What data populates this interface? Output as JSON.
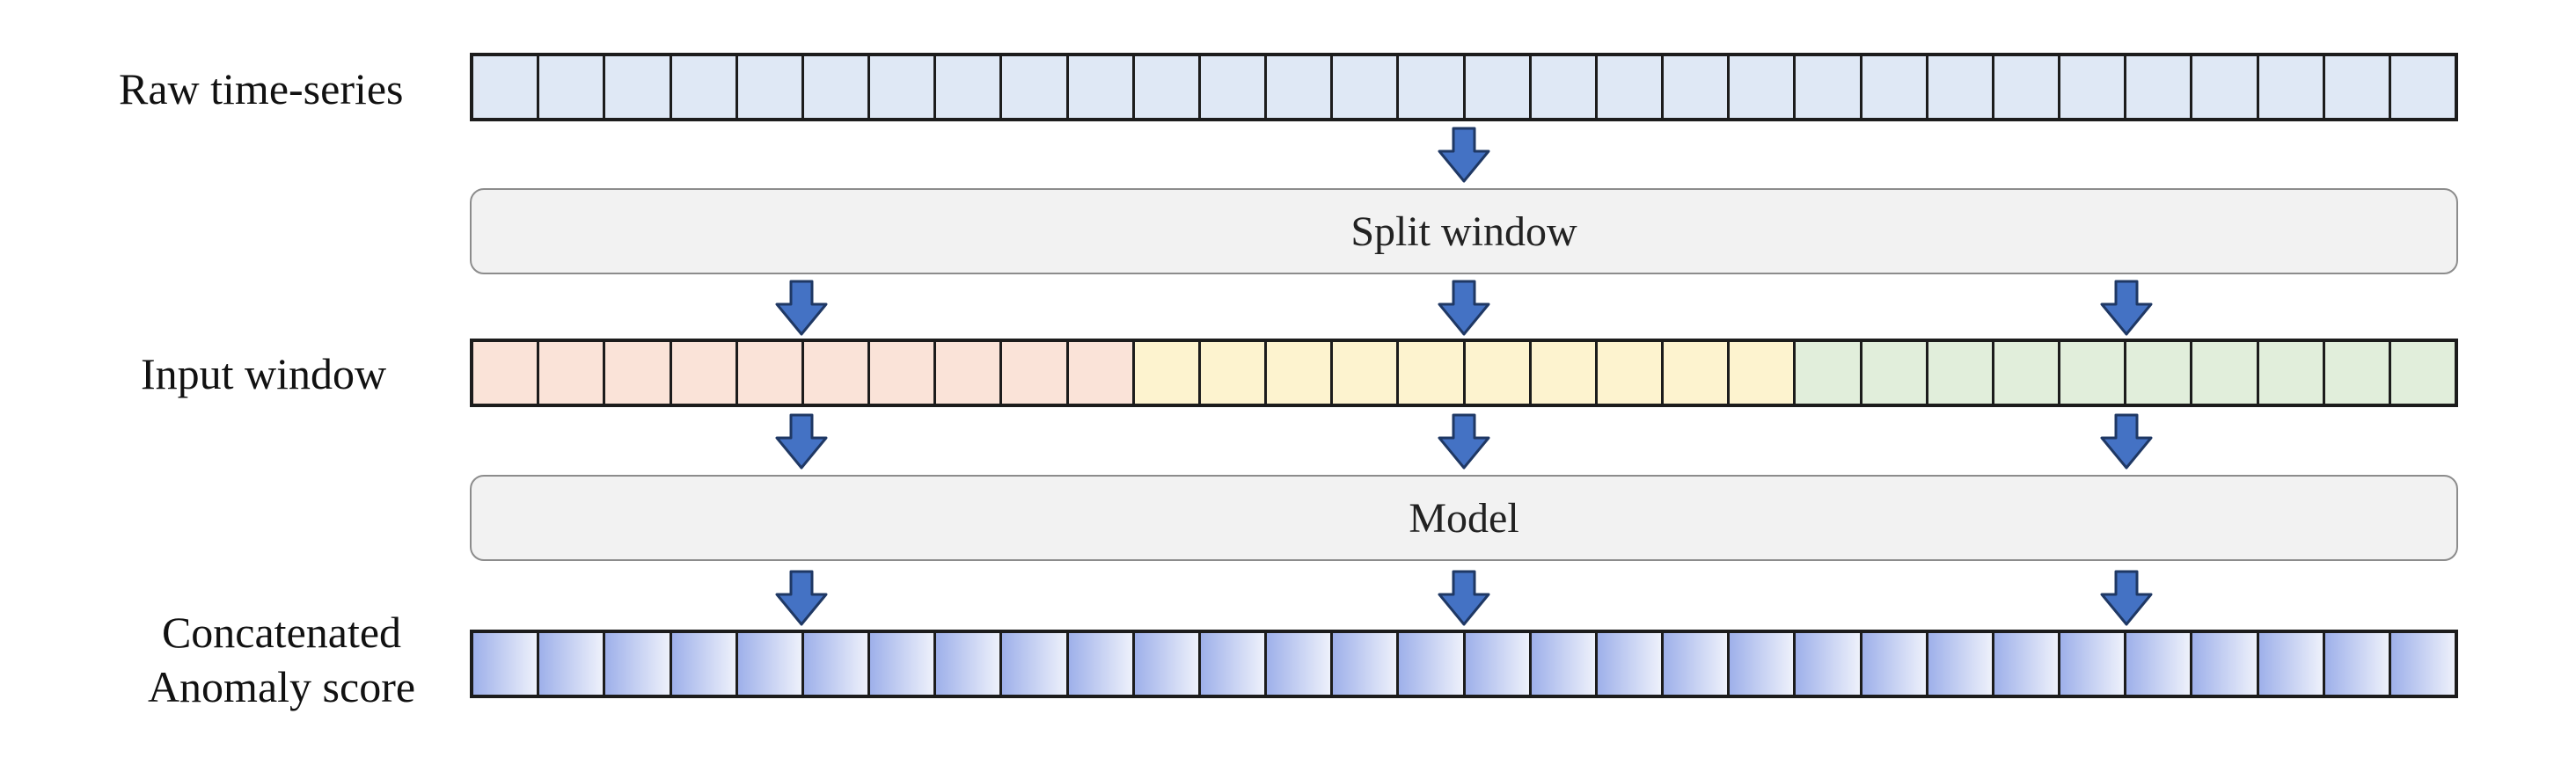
{
  "rows": {
    "raw": {
      "label": "Raw time-series",
      "cell_count": 30
    },
    "input": {
      "label": "Input window",
      "cell_count": 30,
      "group_size": 10
    },
    "score": {
      "label_line1": "Concatenated",
      "label_line2": "Anomaly score",
      "cell_count": 30
    }
  },
  "boxes": {
    "split": "Split window",
    "model": "Model"
  },
  "colors": {
    "raw_cell": "#dfe8f5",
    "window_1": "#fae3d8",
    "window_2": "#fdf3cf",
    "window_3": "#e1eedb",
    "score_gradient_start": "#9eb0ea",
    "score_gradient_end": "#eef1fb",
    "arrow_fill": "#4472c4",
    "arrow_stroke": "#1f3864",
    "box_fill": "#f2f2f2",
    "box_border": "#8c8c8c"
  },
  "icons": {
    "flow_arrow": "down-arrow-icon"
  }
}
